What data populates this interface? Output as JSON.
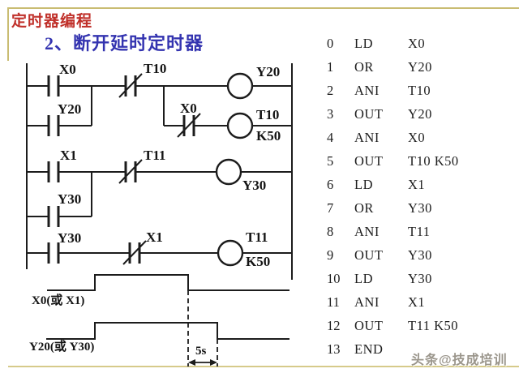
{
  "page": {
    "title": "定时器编程",
    "subtitle": "2、断开延时定时器",
    "watermark": "头条@技成培训"
  },
  "colors": {
    "slide_border": "#c9bc72",
    "title_red": "#c0302a",
    "subtitle_blue": "#3434b0",
    "diagram_line": "#1c1c1c",
    "watermark_gray": "#9b968c"
  },
  "ladder": {
    "labels": [
      {
        "text": "X0",
        "role": "rung1-no-contact"
      },
      {
        "text": "Y20",
        "role": "rung1-parallel-no-contact"
      },
      {
        "text": "T10",
        "role": "rung1-nc-contact"
      },
      {
        "text": "Y20",
        "role": "rung1-coil"
      },
      {
        "text": "X0",
        "role": "rung1-branch-nc-contact"
      },
      {
        "text": "T10",
        "role": "rung1-timer-coil"
      },
      {
        "text": "K50",
        "role": "rung1-timer-preset"
      },
      {
        "text": "X1",
        "role": "rung2-no-contact"
      },
      {
        "text": "Y30",
        "role": "rung2-parallel-no-contact"
      },
      {
        "text": "T11",
        "role": "rung2-nc-contact"
      },
      {
        "text": "Y30",
        "role": "rung2-coil"
      },
      {
        "text": "Y30",
        "role": "rung3-no-contact"
      },
      {
        "text": "X1",
        "role": "rung3-nc-contact"
      },
      {
        "text": "T11",
        "role": "rung3-timer-coil"
      },
      {
        "text": "K50",
        "role": "rung3-timer-preset"
      }
    ]
  },
  "timing": {
    "signal1_label": "X0(或 X1)",
    "signal2_label": "Y20(或 Y30)",
    "delay_label": "5s"
  },
  "instruction_list": {
    "rows": [
      {
        "step": "0",
        "opcode": "LD",
        "operand": "X0"
      },
      {
        "step": "1",
        "opcode": "OR",
        "operand": "Y20"
      },
      {
        "step": "2",
        "opcode": "ANI",
        "operand": "T10"
      },
      {
        "step": "3",
        "opcode": "OUT",
        "operand": "Y20"
      },
      {
        "step": "4",
        "opcode": "ANI",
        "operand": "X0"
      },
      {
        "step": "5",
        "opcode": "OUT",
        "operand": "T10 K50"
      },
      {
        "step": "6",
        "opcode": "LD",
        "operand": "X1"
      },
      {
        "step": "7",
        "opcode": "OR",
        "operand": "Y30"
      },
      {
        "step": "8",
        "opcode": "ANI",
        "operand": "T11"
      },
      {
        "step": "9",
        "opcode": "OUT",
        "operand": "Y30"
      },
      {
        "step": "10",
        "opcode": "LD",
        "operand": "Y30"
      },
      {
        "step": "11",
        "opcode": "ANI",
        "operand": "X1"
      },
      {
        "step": "12",
        "opcode": "OUT",
        "operand": "T11 K50"
      },
      {
        "step": "13",
        "opcode": "END",
        "operand": ""
      }
    ]
  }
}
